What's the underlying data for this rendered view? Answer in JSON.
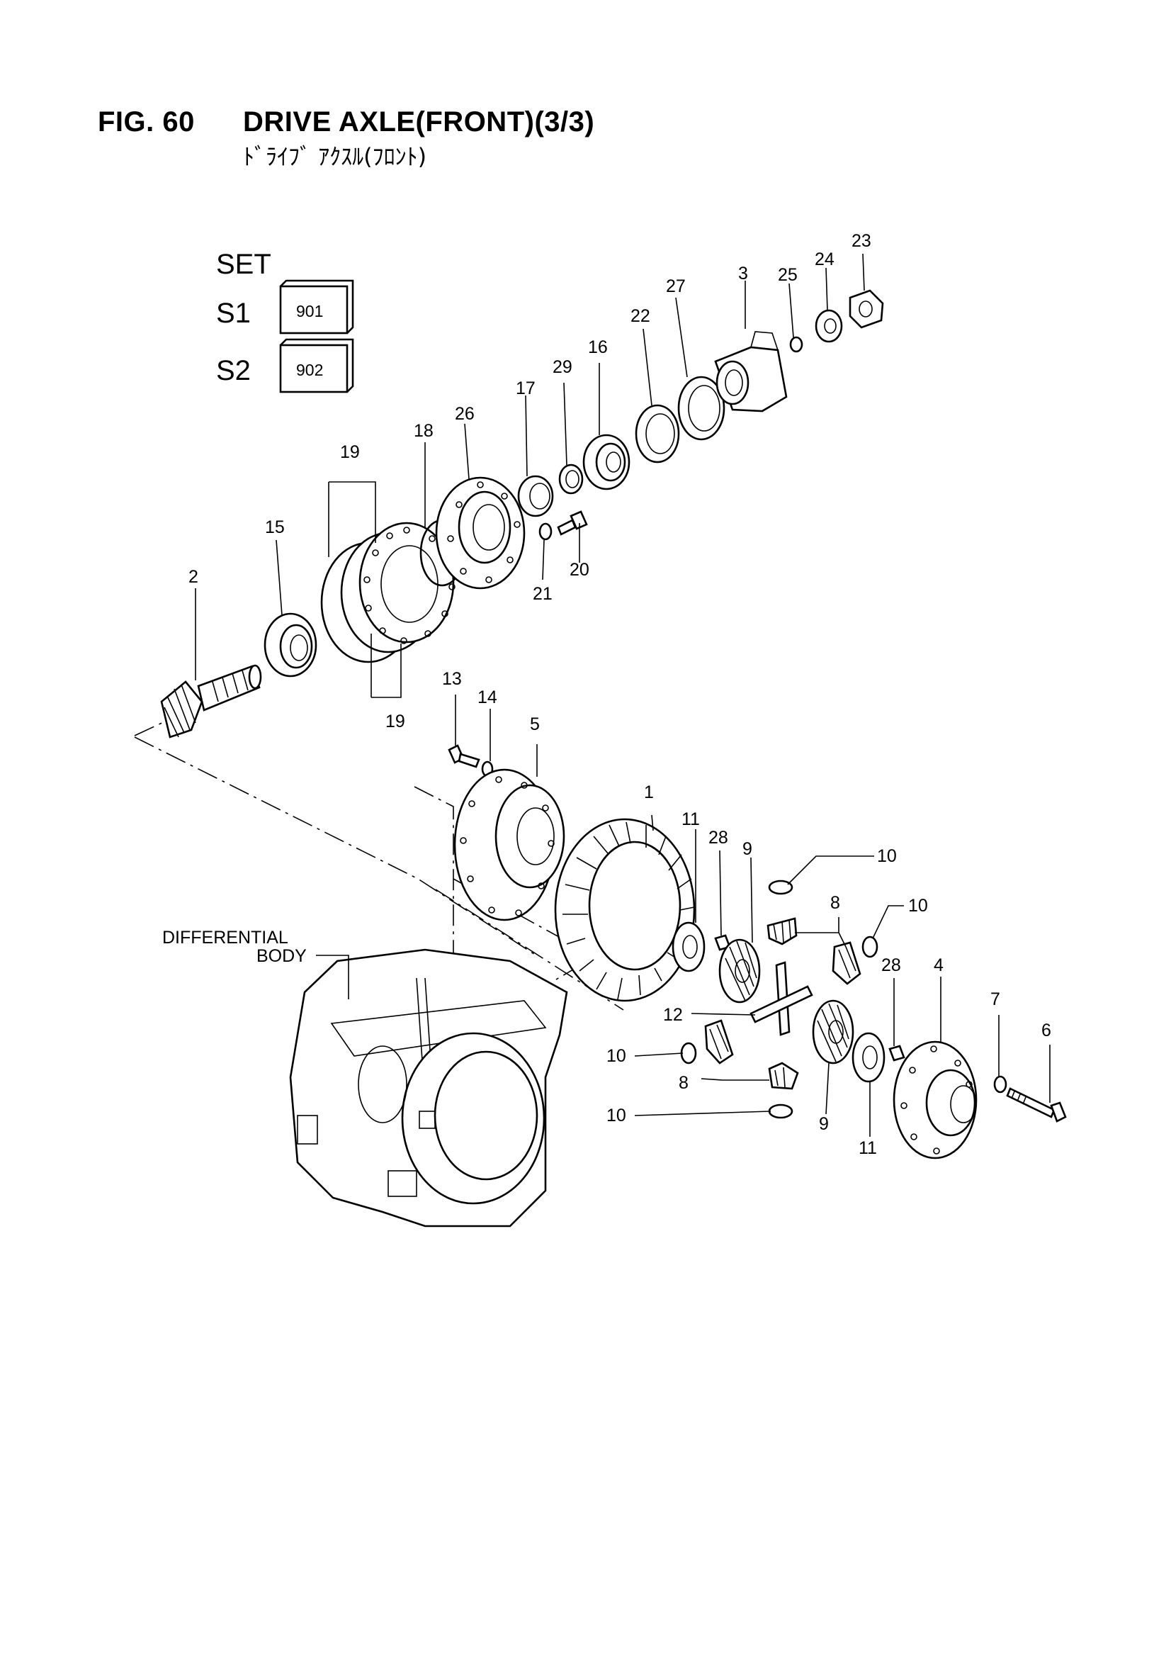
{
  "figure": {
    "number": "FIG. 60",
    "title": "DRIVE AXLE(FRONT)(3/3)",
    "subtitle_jp": "ﾄﾞﾗｲﾌﾞ ｱｸｽﾙ(ﾌﾛﾝﾄ)"
  },
  "set_legend": {
    "heading": "SET",
    "rows": [
      {
        "label": "S1",
        "code": "901"
      },
      {
        "label": "S2",
        "code": "902"
      }
    ]
  },
  "assembly_label": {
    "line1": "DIFFERENTIAL",
    "line2": "BODY"
  },
  "part_callouts": [
    {
      "number": "1"
    },
    {
      "number": "2"
    },
    {
      "number": "3"
    },
    {
      "number": "4"
    },
    {
      "number": "5"
    },
    {
      "number": "6"
    },
    {
      "number": "7"
    },
    {
      "number": "8"
    },
    {
      "number": "8"
    },
    {
      "number": "9"
    },
    {
      "number": "9"
    },
    {
      "number": "10"
    },
    {
      "number": "10"
    },
    {
      "number": "10"
    },
    {
      "number": "10"
    },
    {
      "number": "11"
    },
    {
      "number": "11"
    },
    {
      "number": "12"
    },
    {
      "number": "13"
    },
    {
      "number": "14"
    },
    {
      "number": "15"
    },
    {
      "number": "16"
    },
    {
      "number": "17"
    },
    {
      "number": "18"
    },
    {
      "number": "19"
    },
    {
      "number": "19"
    },
    {
      "number": "20"
    },
    {
      "number": "21"
    },
    {
      "number": "22"
    },
    {
      "number": "23"
    },
    {
      "number": "24"
    },
    {
      "number": "25"
    },
    {
      "number": "26"
    },
    {
      "number": "27"
    },
    {
      "number": "28"
    },
    {
      "number": "28"
    },
    {
      "number": "29"
    }
  ]
}
